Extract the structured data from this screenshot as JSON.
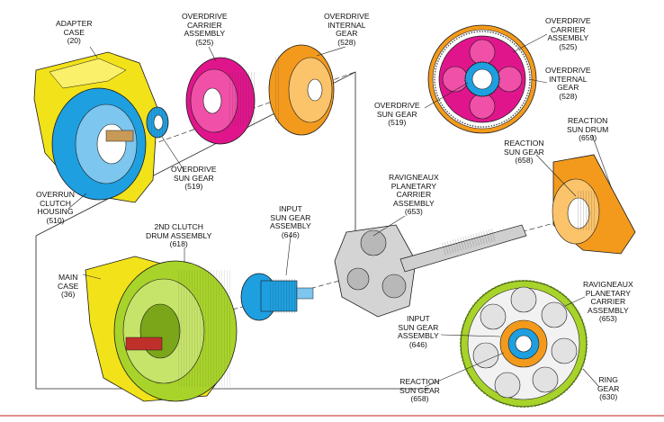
{
  "labels": {
    "adapter_case": [
      "ADAPTER",
      "CASE",
      "(20)"
    ],
    "od_carrier_top": [
      "OVERDRIVE",
      "CARRIER",
      "ASSEMBLY",
      "(525)"
    ],
    "od_internal_top": [
      "OVERDRIVE",
      "INTERNAL",
      "GEAR",
      "(528)"
    ],
    "od_carrier_right": [
      "OVERDRIVE",
      "CARRIER",
      "ASSEMBLY",
      "(525)"
    ],
    "od_internal_right": [
      "OVERDRIVE",
      "INTERNAL",
      "GEAR",
      "(528)"
    ],
    "od_sun_right": [
      "OVERDRIVE",
      "SUN GEAR",
      "(519)"
    ],
    "reaction_drum": [
      "REACTION",
      "SUN DRUM",
      "(659)"
    ],
    "reaction_sun_top": [
      "REACTION",
      "SUN GEAR",
      "(658)"
    ],
    "od_sun_left": [
      "OVERDRIVE",
      "SUN GEAR",
      "(519)"
    ],
    "overrun_housing": [
      "OVERRUN",
      "CLUTCH",
      "HOUSING",
      "(510)"
    ],
    "ravigneaux_top": [
      "RAVIGNEAUX",
      "PLANETARY",
      "CARRIER",
      "ASSEMBLY",
      "(653)"
    ],
    "second_clutch": [
      "2ND CLUTCH",
      "DRUM ASSEMBLY",
      "(618)"
    ],
    "input_sun_top": [
      "INPUT",
      "SUN GEAR",
      "ASSEMBLY",
      "(646)"
    ],
    "main_case": [
      "MAIN",
      "CASE",
      "(36)"
    ],
    "ravigneaux_right": [
      "RAVIGNEAUX",
      "PLANETARY",
      "CARRIER",
      "ASSEMBLY",
      "(653)"
    ],
    "input_sun_bottom": [
      "INPUT",
      "SUN GEAR",
      "ASSEMBLY",
      "(646)"
    ],
    "reaction_sun_bottom": [
      "REACTION",
      "SUN GEAR",
      "(658)"
    ],
    "ring_gear": [
      "RING",
      "GEAR",
      "(630)"
    ]
  },
  "colors": {
    "adapter_yellow": "#f2e21a",
    "housing_blue": "#1e9fe0",
    "carrier_magenta": "#e0158c",
    "internal_orange": "#f39a1c",
    "case_green": "#a8d32a",
    "ravigneaux_gray": "#d4d4d4",
    "outline": "#1a1a1a"
  }
}
